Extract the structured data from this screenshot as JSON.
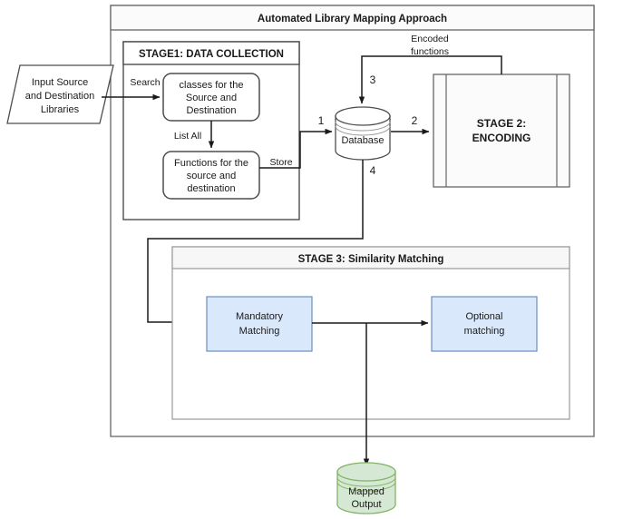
{
  "diagram": {
    "title": "Automated Library Mapping Approach",
    "input": {
      "label_line1": "Input Source",
      "label_line2": "and Destination",
      "label_line3": "Libraries"
    },
    "stage1": {
      "header": "STAGE1: DATA COLLECTION",
      "classes_box": {
        "line1": "classes for the",
        "line2": "Source and",
        "line3": "Destination"
      },
      "functions_box": {
        "line1": "Functions for the",
        "line2": "source and",
        "line3": "destination"
      },
      "edge_search": "Search",
      "edge_list_all": "List All",
      "edge_store": "Store"
    },
    "database": {
      "label": "Database"
    },
    "stage2": {
      "line1": "STAGE 2:",
      "line2": "ENCODING"
    },
    "stage3": {
      "header": "STAGE 3: Similarity Matching",
      "mandatory": {
        "line1": "Mandatory",
        "line2": "Matching"
      },
      "optional": {
        "line1": "Optional",
        "line2": "matching"
      }
    },
    "output": {
      "line1": "Mapped",
      "line2": "Output"
    },
    "edges": {
      "encoded_functions_line1": "Encoded",
      "encoded_functions_line2": "functions",
      "num_1": "1",
      "num_2": "2",
      "num_3": "3",
      "num_4": "4"
    },
    "colors": {
      "blue_fill": "#dae8fc",
      "blue_stroke": "#6c8ebf",
      "green_fill": "#d5e8d4",
      "green_stroke": "#82b366",
      "line": "#1a1a1a",
      "container_stroke": "#666666",
      "header_fill": "#f7f7f7"
    }
  }
}
